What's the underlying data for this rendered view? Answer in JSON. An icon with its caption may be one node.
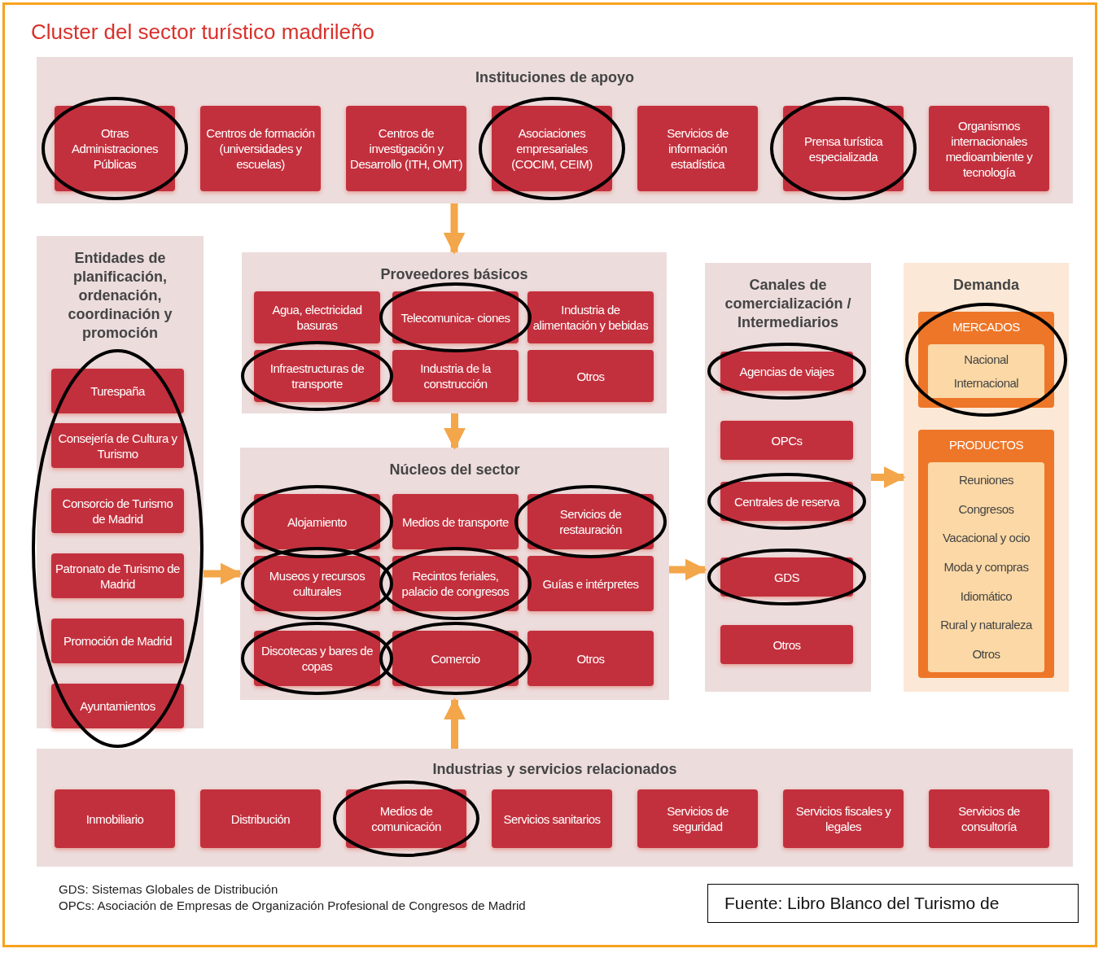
{
  "diagram": {
    "title": "Cluster del sector turístico madrileño",
    "nodes": [
      {
        "text": [
          "Instituciones de apoyo"
        ]
      },
      {
        "text": [
          "Otras Administraciones Públicas"
        ],
        "in": 0
      },
      {
        "text": [
          "Centros de formación (universidades y escuelas)"
        ],
        "in": 0
      },
      {
        "text": [
          "Centros de investigación y Desarrollo (ITH, OMT)"
        ],
        "in": 0
      },
      {
        "text": [
          "Asociaciones empresariales (COCIM, CEIM)"
        ],
        "in": 0
      },
      {
        "text": [
          "Servicios de información estadística"
        ],
        "in": 0
      },
      {
        "text": [
          "Prensa turística especializada"
        ],
        "in": 0
      },
      {
        "text": [
          "Organismos internacionales medioambiente y tecnología"
        ],
        "in": 0
      },
      {
        "text": [
          "Entidades de planificación, ordenación, coordinación y promoción"
        ]
      },
      {
        "text": [
          "Turespaña"
        ],
        "in": 8
      },
      {
        "text": [
          "Consejería de Cultura y Turismo"
        ],
        "in": 8
      },
      {
        "text": [
          "Consorcio de Turismo de Madrid"
        ],
        "in": 8
      },
      {
        "text": [
          "Patronato de Turismo de Madrid"
        ],
        "in": 8
      },
      {
        "text": [
          "Promoción de Madrid"
        ],
        "in": 8
      },
      {
        "text": [
          "Ayuntamientos"
        ],
        "in": 8
      },
      {
        "text": [
          "Proveedores básicos"
        ]
      },
      {
        "text": [
          "Agua, electricidad basuras"
        ],
        "in": 15
      },
      {
        "text": [
          "Telecomunica- ciones"
        ],
        "in": 15
      },
      {
        "text": [
          "Industria de alimentación y bebidas"
        ],
        "in": 15
      },
      {
        "text": [
          "Infraestructuras de transporte"
        ],
        "in": 15
      },
      {
        "text": [
          "Industria de la construcción"
        ],
        "in": 15
      },
      {
        "text": [
          "Otros"
        ],
        "in": 15
      },
      {
        "text": [
          "Núcleos del sector"
        ]
      },
      {
        "text": [
          "Alojamiento"
        ],
        "in": 22
      },
      {
        "text": [
          "Medios de transporte"
        ],
        "in": 22
      },
      {
        "text": [
          "Servicios de restauración"
        ],
        "in": 22
      },
      {
        "text": [
          "Museos y recursos culturales"
        ],
        "in": 22
      },
      {
        "text": [
          "Recintos feriales, palacio de congresos"
        ],
        "in": 22
      },
      {
        "text": [
          "Guías e intérpretes"
        ],
        "in": 22
      },
      {
        "text": [
          "Discotecas y bares de copas"
        ],
        "in": 22
      },
      {
        "text": [
          "Comercio"
        ],
        "in": 22
      },
      {
        "text": [
          "Otros"
        ],
        "in": 22
      },
      {
        "text": [
          "Canales de comercialización / Intermediarios"
        ]
      },
      {
        "text": [
          "Agencias de viajes"
        ],
        "in": 32
      },
      {
        "text": [
          "OPCs"
        ],
        "in": 32
      },
      {
        "text": [
          "Centrales de reserva"
        ],
        "in": 32
      },
      {
        "text": [
          "GDS"
        ],
        "in": 32
      },
      {
        "text": [
          "Otros"
        ],
        "in": 32
      },
      {
        "text": [
          "Demanda"
        ]
      },
      {
        "text": [
          "MERCADOS"
        ],
        "in": 38
      },
      {
        "text": [
          "Nacional",
          "Internacional"
        ],
        "in": 39
      },
      {
        "text": [
          "PRODUCTOS"
        ],
        "in": 38
      },
      {
        "text": [
          "Reuniones",
          "Congresos",
          "Vacacional y ocio",
          "Moda y compras",
          "Idiomático",
          "Rural y naturaleza",
          "Otros"
        ],
        "in": 41
      },
      {
        "text": [
          "Industrias y servicios relacionados"
        ]
      },
      {
        "text": [
          "Inmobiliario"
        ],
        "in": 43
      },
      {
        "text": [
          "Distribución"
        ],
        "in": 43
      },
      {
        "text": [
          "Medios de comunicación"
        ],
        "in": 43
      },
      {
        "text": [
          "Servicios sanitarios"
        ],
        "in": 43
      },
      {
        "text": [
          "Servicios de seguridad"
        ],
        "in": 43
      },
      {
        "text": [
          "Servicios fiscales y legales"
        ],
        "in": 43
      },
      {
        "text": [
          "Servicios de consultoría"
        ],
        "in": 43
      },
      {
        "text": [
          "Fuente: Libro Blanco del Turismo de"
        ]
      }
    ],
    "edges": [
      {
        "from": 0,
        "to": 15,
        "arrow": "to"
      },
      {
        "from": 15,
        "to": 22,
        "arrow": "to"
      },
      {
        "from": 8,
        "to": 22,
        "arrow": "to"
      },
      {
        "from": 22,
        "to": 32,
        "arrow": "to"
      },
      {
        "from": 32,
        "to": 38,
        "arrow": "to"
      },
      {
        "from": 43,
        "to": 22,
        "arrow": "to"
      }
    ],
    "labels": [
      "GDS: Sistemas Globales de Distribución",
      "OPCs: Asociación de Empresas de Organización Profesional de Congresos de Madrid"
    ]
  }
}
